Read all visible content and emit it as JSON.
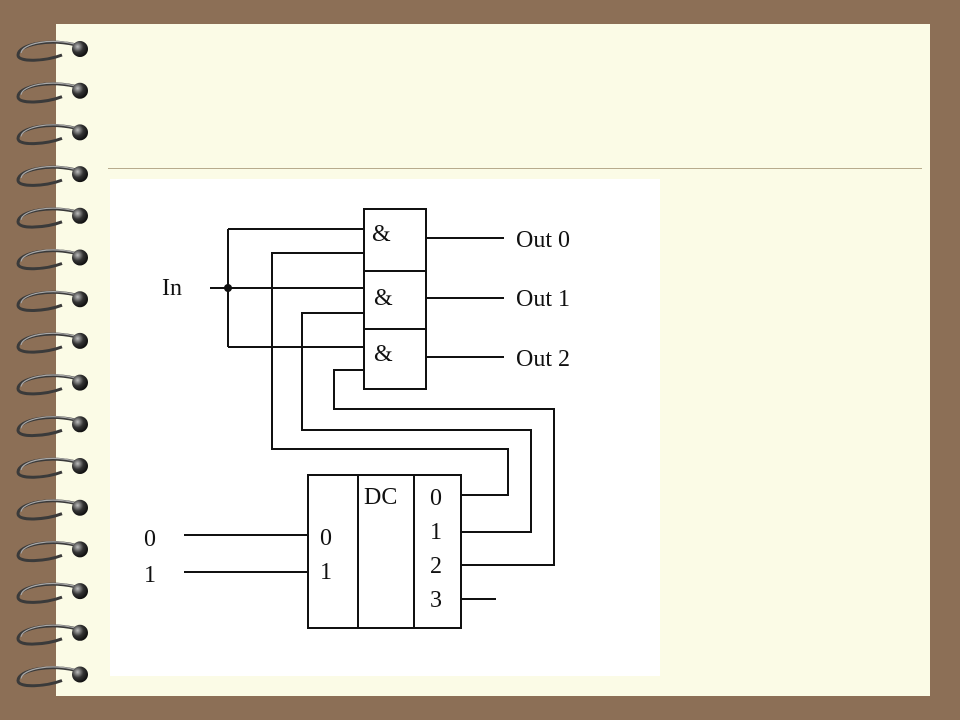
{
  "slide": {
    "title": "",
    "colors": {
      "frame": "#8c6f56",
      "paper": "#fbfbe6",
      "rule": "#b7ab8d",
      "panel": "#ffffff",
      "ink": "#111111"
    }
  },
  "diagram": {
    "input_label": "In",
    "gates": [
      {
        "symbol": "&"
      },
      {
        "symbol": "&"
      },
      {
        "symbol": "&"
      }
    ],
    "outputs": [
      "Out 0",
      "Out 1",
      "Out 2"
    ],
    "decoder": {
      "label": "DC",
      "inputs": [
        "0",
        "1"
      ],
      "outputs": [
        "0",
        "1",
        "2",
        "3"
      ]
    },
    "select_inputs": [
      "0",
      "1"
    ]
  }
}
